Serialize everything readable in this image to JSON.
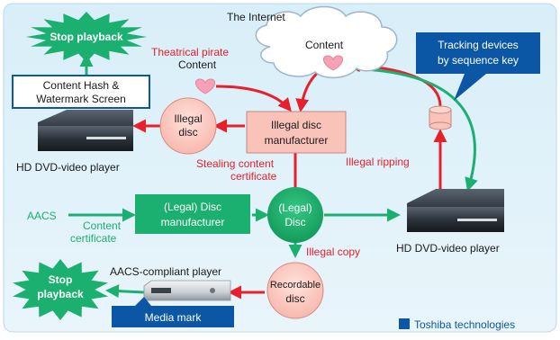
{
  "internet": {
    "label": "The Internet",
    "content": "Content"
  },
  "left": {
    "stop_playback_top": "Stop playback",
    "theatrical_pirate": "Theatrical pirate",
    "theatrical_content": "Content",
    "hash_screen_line1": "Content Hash &",
    "hash_screen_line2": "Watermark Screen",
    "player_top_label": "HD DVD-video player"
  },
  "illegal_disc": {
    "line1": "Illegal",
    "line2": "disc"
  },
  "illegal_manufacturer": {
    "line1": "Illegal disc",
    "line2": "manufacturer"
  },
  "stealing": {
    "line1": "Stealing content",
    "line2": "certificate"
  },
  "tracking": {
    "line1": "Tracking devices",
    "line2": "by sequence key"
  },
  "illegal_ripping": "Illegal ripping",
  "aacs": {
    "label": "AACS",
    "content_cert_line1": "Content",
    "content_cert_line2": "certificate"
  },
  "legal_manufacturer": {
    "line1": "(Legal) Disc",
    "line2": "manufacturer"
  },
  "legal_disc": {
    "line1": "(Legal)",
    "line2": "Disc"
  },
  "player_right_label": "HD DVD-video player",
  "illegal_copy": "Illegal copy",
  "recordable": {
    "line1": "Recordable",
    "line2": "disc"
  },
  "compliant_player": "AACS-compliant player",
  "stop_playback_bottom": {
    "line1": "Stop",
    "line2": "playback"
  },
  "media_mark": "Media mark",
  "footer": "Toshiba technologies",
  "colors": {
    "green": "#1bb070",
    "red": "#e8202c",
    "dark_green": "#1a8f5a",
    "blue": "#0b57a6"
  }
}
